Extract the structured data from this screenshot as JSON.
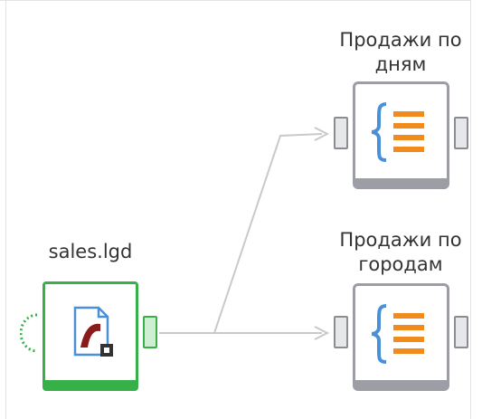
{
  "nodes": {
    "source": {
      "title": "sales.lgd",
      "icon": "data-import-file-icon",
      "accent": "#37b04a"
    },
    "report_days": {
      "title": "Продажи по\nдням",
      "icon": "json-report-icon",
      "accent": "#9c9da5"
    },
    "report_cities": {
      "title": "Продажи по\nгородам",
      "icon": "json-report-icon",
      "accent": "#9c9da5"
    }
  },
  "colors": {
    "link": "#c9c9c9",
    "brace": "#4a90d9",
    "lines": "#f28b1e",
    "curve": "#8b1a1a"
  }
}
